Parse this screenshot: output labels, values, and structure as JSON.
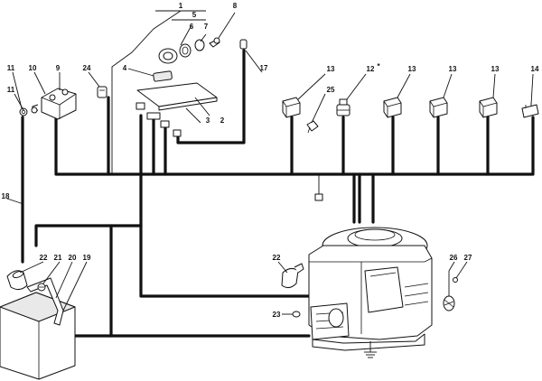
{
  "callouts": {
    "c1": "1",
    "c2": "2",
    "c3": "3",
    "c4": "4",
    "c5": "5",
    "c6": "6",
    "c7": "7",
    "c8": "8",
    "c9": "9",
    "c10": "10",
    "c11a": "11",
    "c11b": "11",
    "c12": "12",
    "c12_star": "*",
    "c13a": "13",
    "c13b": "13",
    "c13c": "13",
    "c13d": "13",
    "c14": "14",
    "c17": "17",
    "c18": "18",
    "c19": "19",
    "c20": "20",
    "c21": "21",
    "c22a": "22",
    "c22b": "22",
    "c23": "23",
    "c24": "24",
    "c25": "25",
    "c26": "26",
    "c27": "27"
  }
}
